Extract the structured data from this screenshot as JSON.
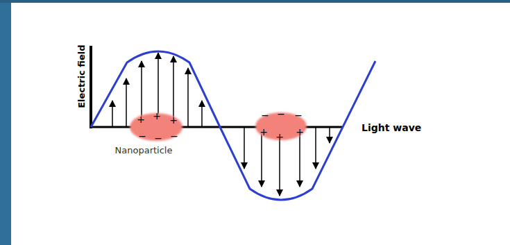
{
  "diagram": {
    "nodes": [
      {
        "text": [
          "+",
          "+",
          "+",
          "−",
          "−",
          "−"
        ]
      },
      {
        "text": [
          "−",
          "−",
          "−",
          "+",
          "+",
          "+"
        ]
      }
    ],
    "labels": [
      "Electric field",
      "Light wave",
      "Nanoparticle"
    ]
  }
}
